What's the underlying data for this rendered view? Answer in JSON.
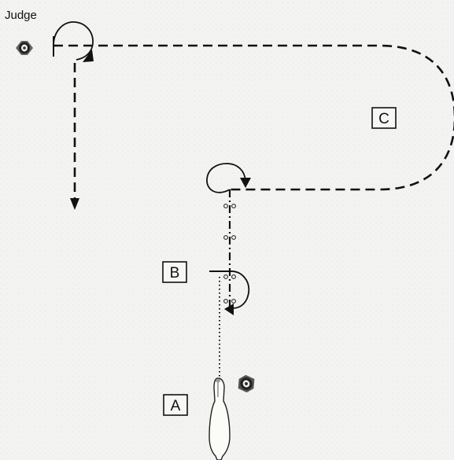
{
  "diagram": {
    "judge_label": "Judge",
    "markers": [
      {
        "id": "A",
        "label": "A"
      },
      {
        "id": "B",
        "label": "B"
      },
      {
        "id": "C",
        "label": "C"
      }
    ],
    "icons": {
      "judge": "cone-marker-icon",
      "cone": "cone-marker-icon",
      "horse": "horse-topview-icon",
      "hoofprints": "hoofprint-icon"
    },
    "colors": {
      "line": "#111111",
      "background": "#f3f3f1"
    }
  }
}
